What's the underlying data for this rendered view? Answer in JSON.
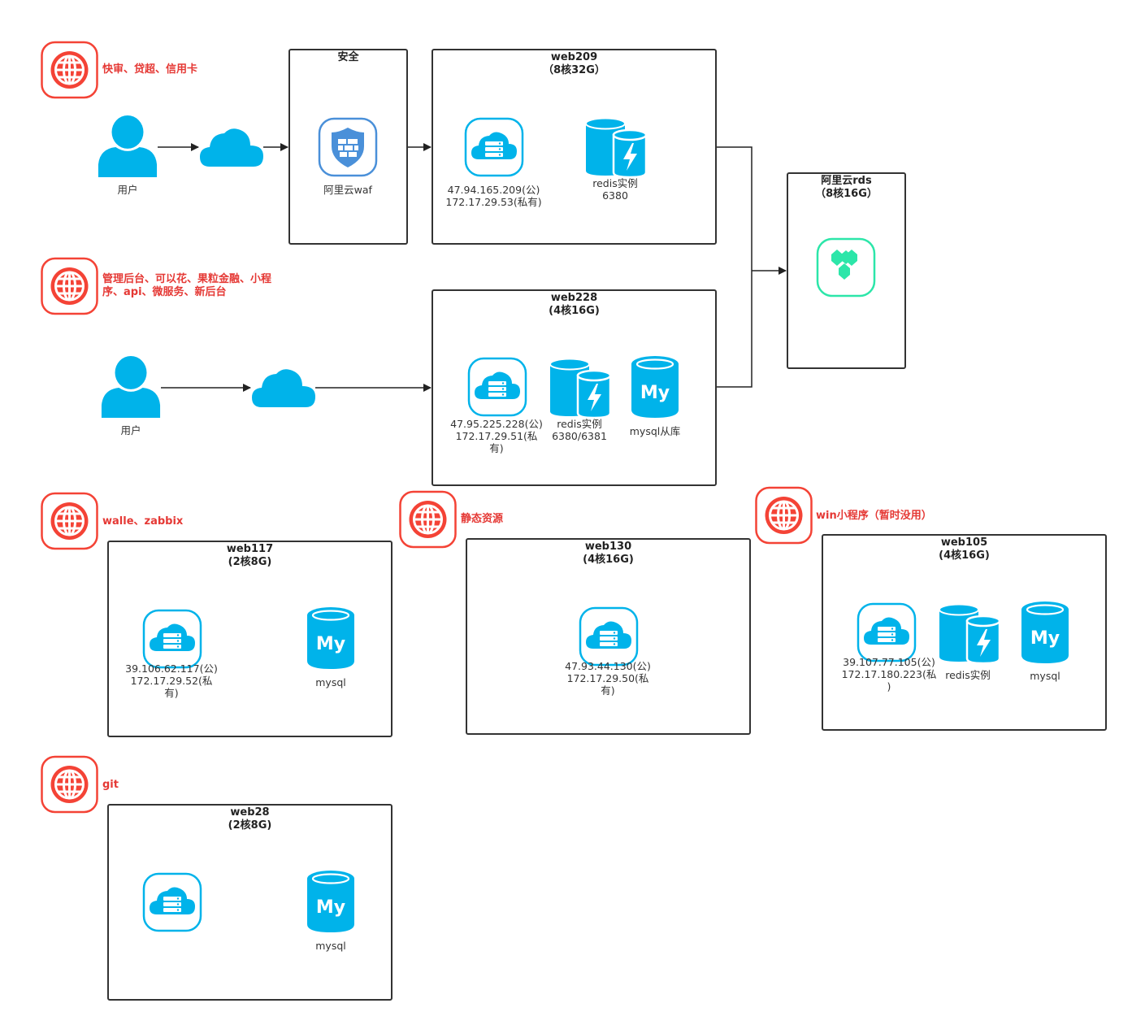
{
  "accent": {
    "red": "#f44336",
    "cyan": "#00b3ea",
    "green": "#2ce6a9",
    "frame": "#333333"
  },
  "groups": [
    {
      "id": "g1",
      "label": "快审、贷超、信用卡",
      "icon": "globe-icon"
    },
    {
      "id": "g2",
      "label": "管理后台、可以花、果粒金融、小程序、api、微服务、新后台",
      "icon": "globe-icon"
    },
    {
      "id": "g3",
      "label": "walle、zabbix",
      "icon": "globe-icon"
    },
    {
      "id": "g4",
      "label": "静态资源",
      "icon": "globe-icon"
    },
    {
      "id": "g5",
      "label": "win小程序（暂时没用）",
      "icon": "globe-icon"
    },
    {
      "id": "g6",
      "label": "git",
      "icon": "globe-icon"
    }
  ],
  "users": [
    {
      "label": "用户",
      "icon": "user-icon"
    },
    {
      "label": "用户",
      "icon": "user-icon"
    }
  ],
  "security": {
    "title": "安全",
    "waf_label": "阿里云waf",
    "icon": "shield-icon"
  },
  "rds": {
    "title": "阿里云rds\n（8核16G）",
    "icon": "rds-icon"
  },
  "servers": {
    "web209": {
      "title": "web209\n（8核32G）",
      "ecs_label": "47.94.165.209(公)\n172.17.29.53(私有)",
      "redis_label": "redis实例\n6380"
    },
    "web228": {
      "title": "web228\n(4核16G)",
      "ecs_label": "47.95.225.228(公)\n172.17.29.51(私\n有)",
      "redis_label": "redis实例\n6380/6381",
      "mysql_label": "mysql从库"
    },
    "web117": {
      "title": "web117\n(2核8G)",
      "ecs_label": "39.106.62.117(公)\n172.17.29.52(私\n有)",
      "mysql_label": "mysql"
    },
    "web130": {
      "title": "web130\n(4核16G)",
      "ecs_label": "47.93.44.130(公)\n172.17.29.50(私\n有)"
    },
    "web105": {
      "title": "web105\n(4核16G)",
      "ecs_label": "39.107.77.105(公)\n172.17.180.223(私\n)",
      "redis_label": "redis实例",
      "mysql_label": "mysql"
    },
    "web28": {
      "title": "web28\n(2核8G)",
      "mysql_label": "mysql"
    }
  },
  "mysql_logo_text": "My"
}
